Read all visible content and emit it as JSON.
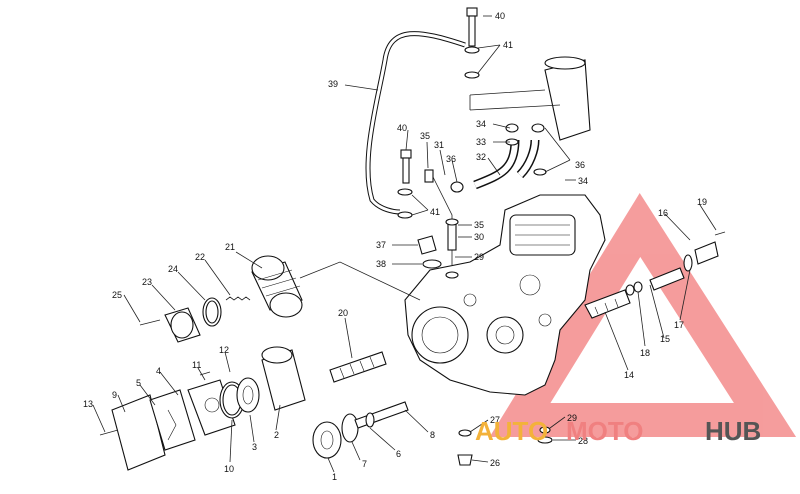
{
  "labels": [
    {
      "id": "40a",
      "text": "40"
    },
    {
      "id": "41a",
      "text": "41"
    },
    {
      "id": "39",
      "text": "39"
    },
    {
      "id": "34a",
      "text": "34"
    },
    {
      "id": "33",
      "text": "33"
    },
    {
      "id": "32",
      "text": "32"
    },
    {
      "id": "36a",
      "text": "36"
    },
    {
      "id": "34b",
      "text": "34"
    },
    {
      "id": "40b",
      "text": "40"
    },
    {
      "id": "35a",
      "text": "35"
    },
    {
      "id": "31",
      "text": "31"
    },
    {
      "id": "36b",
      "text": "36"
    },
    {
      "id": "41b",
      "text": "41"
    },
    {
      "id": "35b",
      "text": "35"
    },
    {
      "id": "30",
      "text": "30"
    },
    {
      "id": "37",
      "text": "37"
    },
    {
      "id": "38",
      "text": "38"
    },
    {
      "id": "29a",
      "text": "29"
    },
    {
      "id": "21",
      "text": "21"
    },
    {
      "id": "22",
      "text": "22"
    },
    {
      "id": "24",
      "text": "24"
    },
    {
      "id": "23",
      "text": "23"
    },
    {
      "id": "25",
      "text": "25"
    },
    {
      "id": "20",
      "text": "20"
    },
    {
      "id": "19",
      "text": "19"
    },
    {
      "id": "16",
      "text": "16"
    },
    {
      "id": "17",
      "text": "17"
    },
    {
      "id": "18",
      "text": "18"
    },
    {
      "id": "15",
      "text": "15"
    },
    {
      "id": "14",
      "text": "14"
    },
    {
      "id": "11",
      "text": "11"
    },
    {
      "id": "12",
      "text": "12"
    },
    {
      "id": "4",
      "text": "4"
    },
    {
      "id": "5",
      "text": "5"
    },
    {
      "id": "9",
      "text": "9"
    },
    {
      "id": "13",
      "text": "13"
    },
    {
      "id": "10",
      "text": "10"
    },
    {
      "id": "3",
      "text": "3"
    },
    {
      "id": "2",
      "text": "2"
    },
    {
      "id": "1",
      "text": "1"
    },
    {
      "id": "7",
      "text": "7"
    },
    {
      "id": "6",
      "text": "6"
    },
    {
      "id": "8",
      "text": "8"
    },
    {
      "id": "27",
      "text": "27"
    },
    {
      "id": "29b",
      "text": "29"
    },
    {
      "id": "28",
      "text": "28"
    },
    {
      "id": "26",
      "text": "26"
    }
  ],
  "watermark": {
    "part1": "AUTO",
    "part2": "MOTO",
    "part3": "HUB",
    "colors": {
      "auto": "#f3b23a",
      "moto": "#f08080",
      "hub": "#555555",
      "triangle": "#f27c7c"
    }
  }
}
